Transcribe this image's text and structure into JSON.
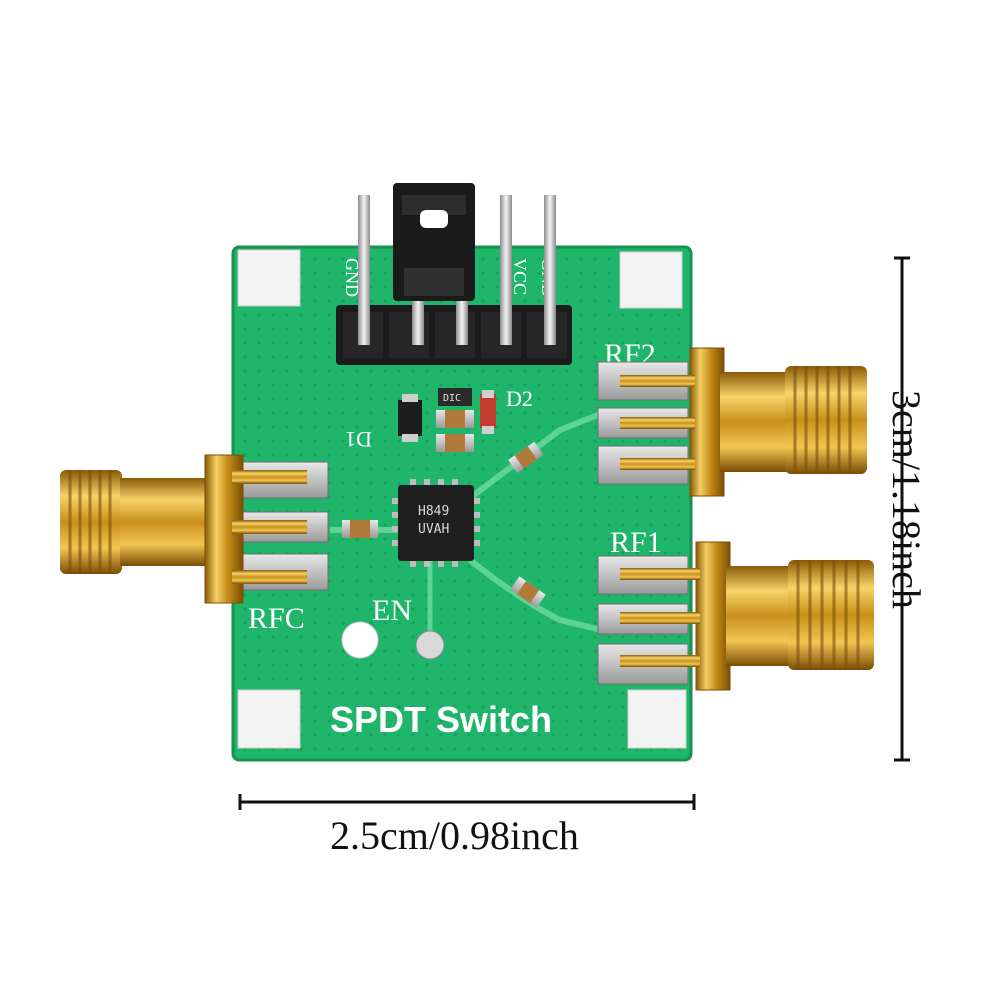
{
  "product": {
    "board_title": "SPDT Switch",
    "chip_marking_line1": "H849",
    "chip_marking_line2": "UVAH",
    "silk_labels": {
      "rf2": "RF2",
      "rf1": "RF1",
      "rfc": "RFC",
      "en": "EN",
      "d1": "D1",
      "d2": "D2",
      "gnd_left": "GND",
      "vcc": "VCC",
      "gnd_right": "GND",
      "diode_marking": "DIC"
    }
  },
  "dimensions": {
    "width_label": "2.5cm/0.98inch",
    "height_label": "3cm/1.18inch"
  },
  "colors": {
    "pcb": "#1fb56b",
    "connector_gold": "#d8a21a",
    "jumper": "#1a1a1a"
  }
}
